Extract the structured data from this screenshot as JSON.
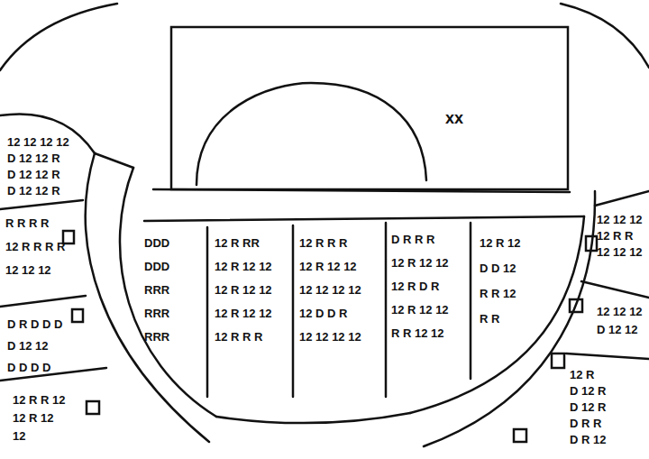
{
  "diagram": {
    "labels": [
      "xx",
      "DDD",
      "DDD",
      "RRR",
      "RRR",
      "RRR",
      "12 R RR",
      "12 R 12 12",
      "12 R 12 12",
      "12 R 12 12",
      "12 R R R",
      "12 R R R",
      "12 R 12 12",
      "12 12 12 12",
      "12 D D R",
      "12 12 12 12",
      "D R R R",
      "12 R 12 12",
      "12 R D R",
      "12 R 12 12",
      "R R 12 12",
      "12 R 12",
      "D D 12",
      "R R 12",
      "R R",
      "12 12 12 12",
      "D 12 12 R",
      "D 12 12 R",
      "D 12 12 R",
      "R R R R",
      "12 R R R R",
      "12 12 12",
      "D R D D D",
      "D 12 12",
      "D D D D",
      "12 R R 12",
      "12 R 12",
      "12",
      "12 12 12",
      "12 R R",
      "12 12 12",
      "12 12 12",
      "D 12 12",
      "12 R",
      "D 12 R",
      "D 12 R",
      "D R R",
      "D R 12"
    ]
  }
}
